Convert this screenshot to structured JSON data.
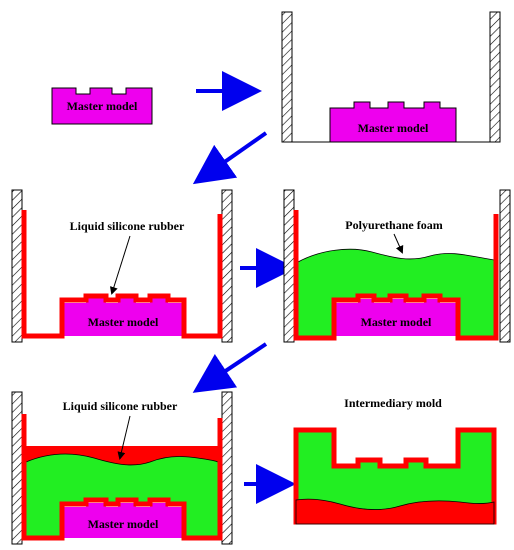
{
  "labels": {
    "master_model": "Master model",
    "liquid_silicone_rubber": "Liquid silicone rubber",
    "polyurethane_foam": "Polyurethane foam",
    "intermediary_mold": "Intermediary mold"
  },
  "colors": {
    "master": "#ee00ee",
    "silicone": "#ff0000",
    "foam": "#22ee22",
    "arrow": "#0000ee",
    "wall_hatch": "#000000"
  },
  "icons": {
    "process_arrow": "blue-arrow-icon",
    "callout_arrow": "black-pointer-arrow-icon",
    "container_wall": "hatched-wall-icon"
  }
}
